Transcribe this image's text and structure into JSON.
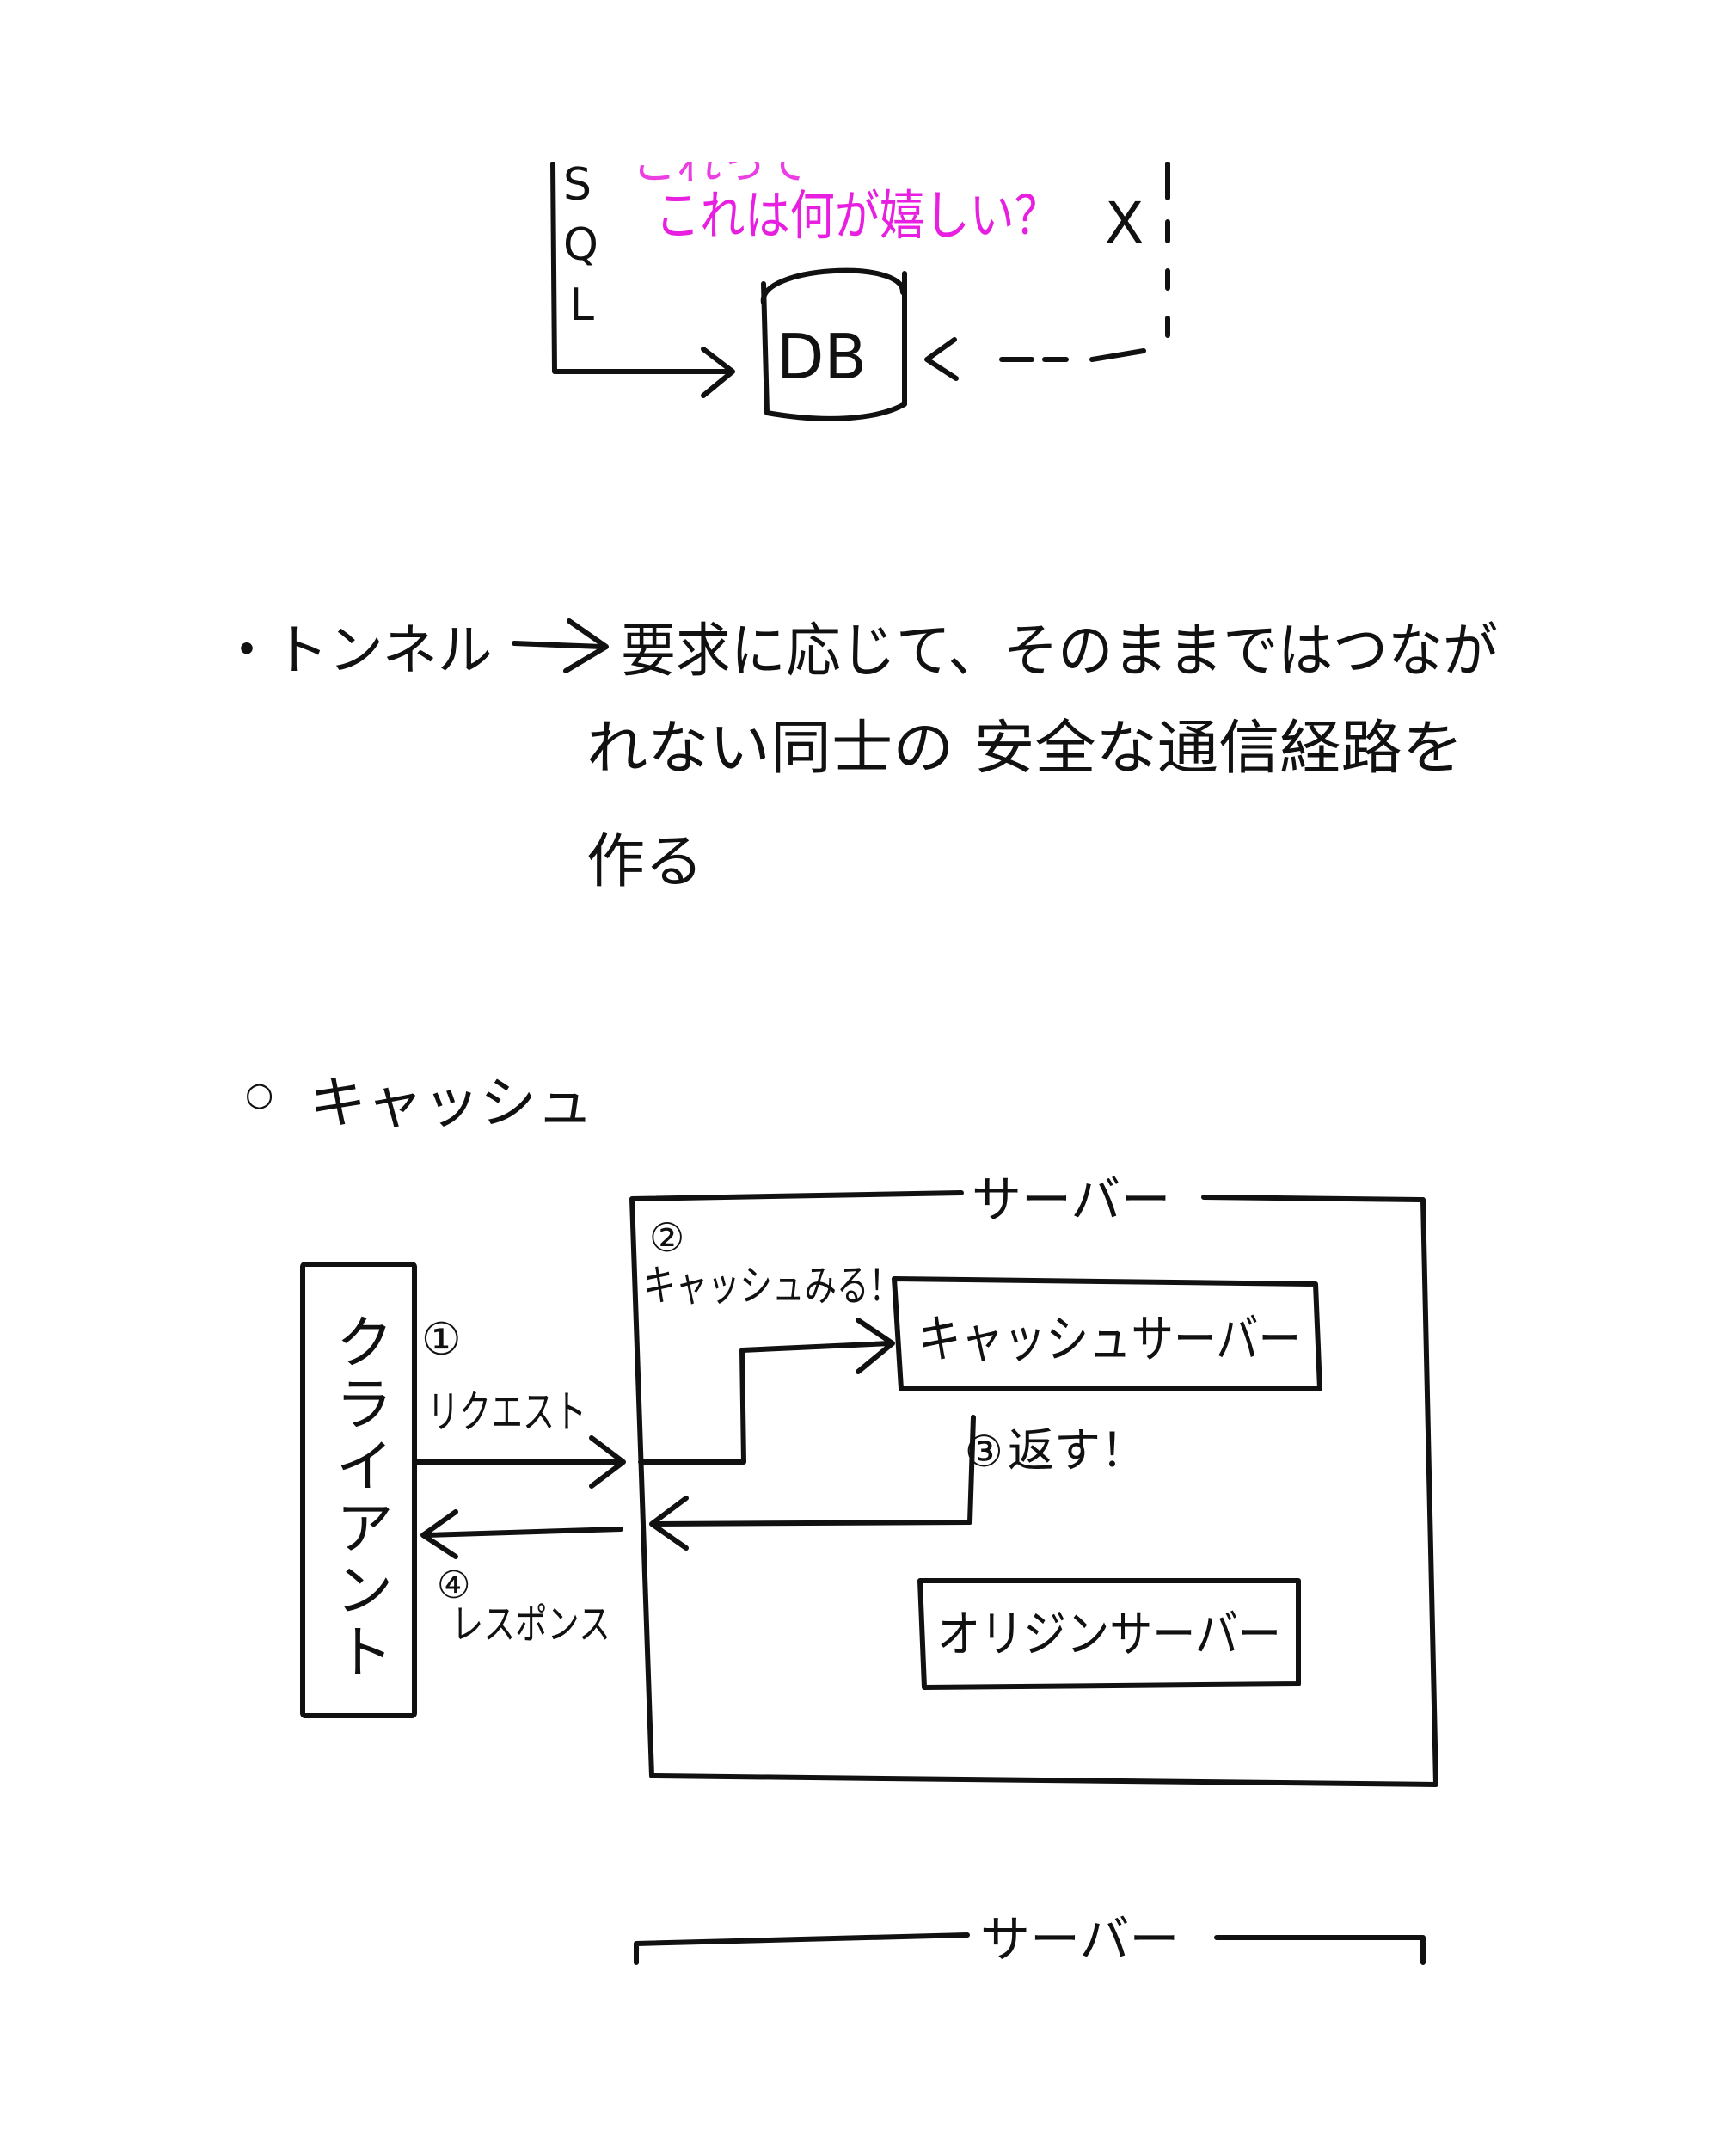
{
  "colors": {
    "ink": "#111111",
    "highlight": "#e81ee0",
    "background": "#ffffff"
  },
  "sql_section": {
    "sql_letters": [
      "S",
      "Q",
      "L"
    ],
    "question_partial": "これって",
    "question": "これは何が嬉しい？",
    "db_label": "DB",
    "blocked_mark": "X"
  },
  "tunnel_section": {
    "bullet": "・",
    "term": "トンネル",
    "line1": "要求に応じて、そのままではつなが",
    "line2": "れない同士の 安全な通信経路を",
    "line3": "作る"
  },
  "cache_section": {
    "bullet": "○",
    "heading": "キャッシュ",
    "server_label": "サーバー",
    "client_label": "クライアント",
    "step1_number": "①",
    "step1_text": "リクエスト",
    "step2_number": "②",
    "step2_text": "キャッシュみる！",
    "step3_number": "③",
    "step3_text": "返す！",
    "step4_number": "④",
    "step4_text": "レスポンス",
    "cache_server": "キャッシュサーバー",
    "origin_server": "オリジンサーバー"
  },
  "next_section": {
    "server_label": "サーバー"
  }
}
